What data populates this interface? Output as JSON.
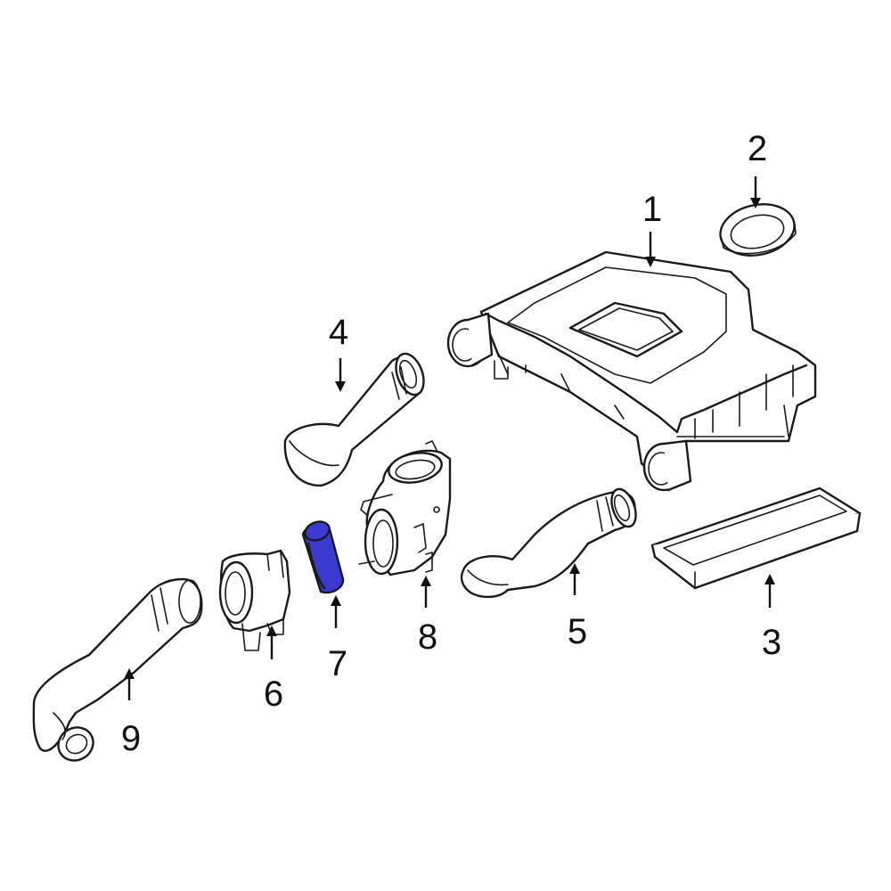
{
  "diagram": {
    "highlight_color": "#3a3ad0",
    "callouts": [
      {
        "id": "1",
        "label": "1"
      },
      {
        "id": "2",
        "label": "2"
      },
      {
        "id": "3",
        "label": "3"
      },
      {
        "id": "4",
        "label": "4"
      },
      {
        "id": "5",
        "label": "5"
      },
      {
        "id": "6",
        "label": "6"
      },
      {
        "id": "7",
        "label": "7",
        "highlighted": true
      },
      {
        "id": "8",
        "label": "8"
      },
      {
        "id": "9",
        "label": "9"
      }
    ]
  }
}
